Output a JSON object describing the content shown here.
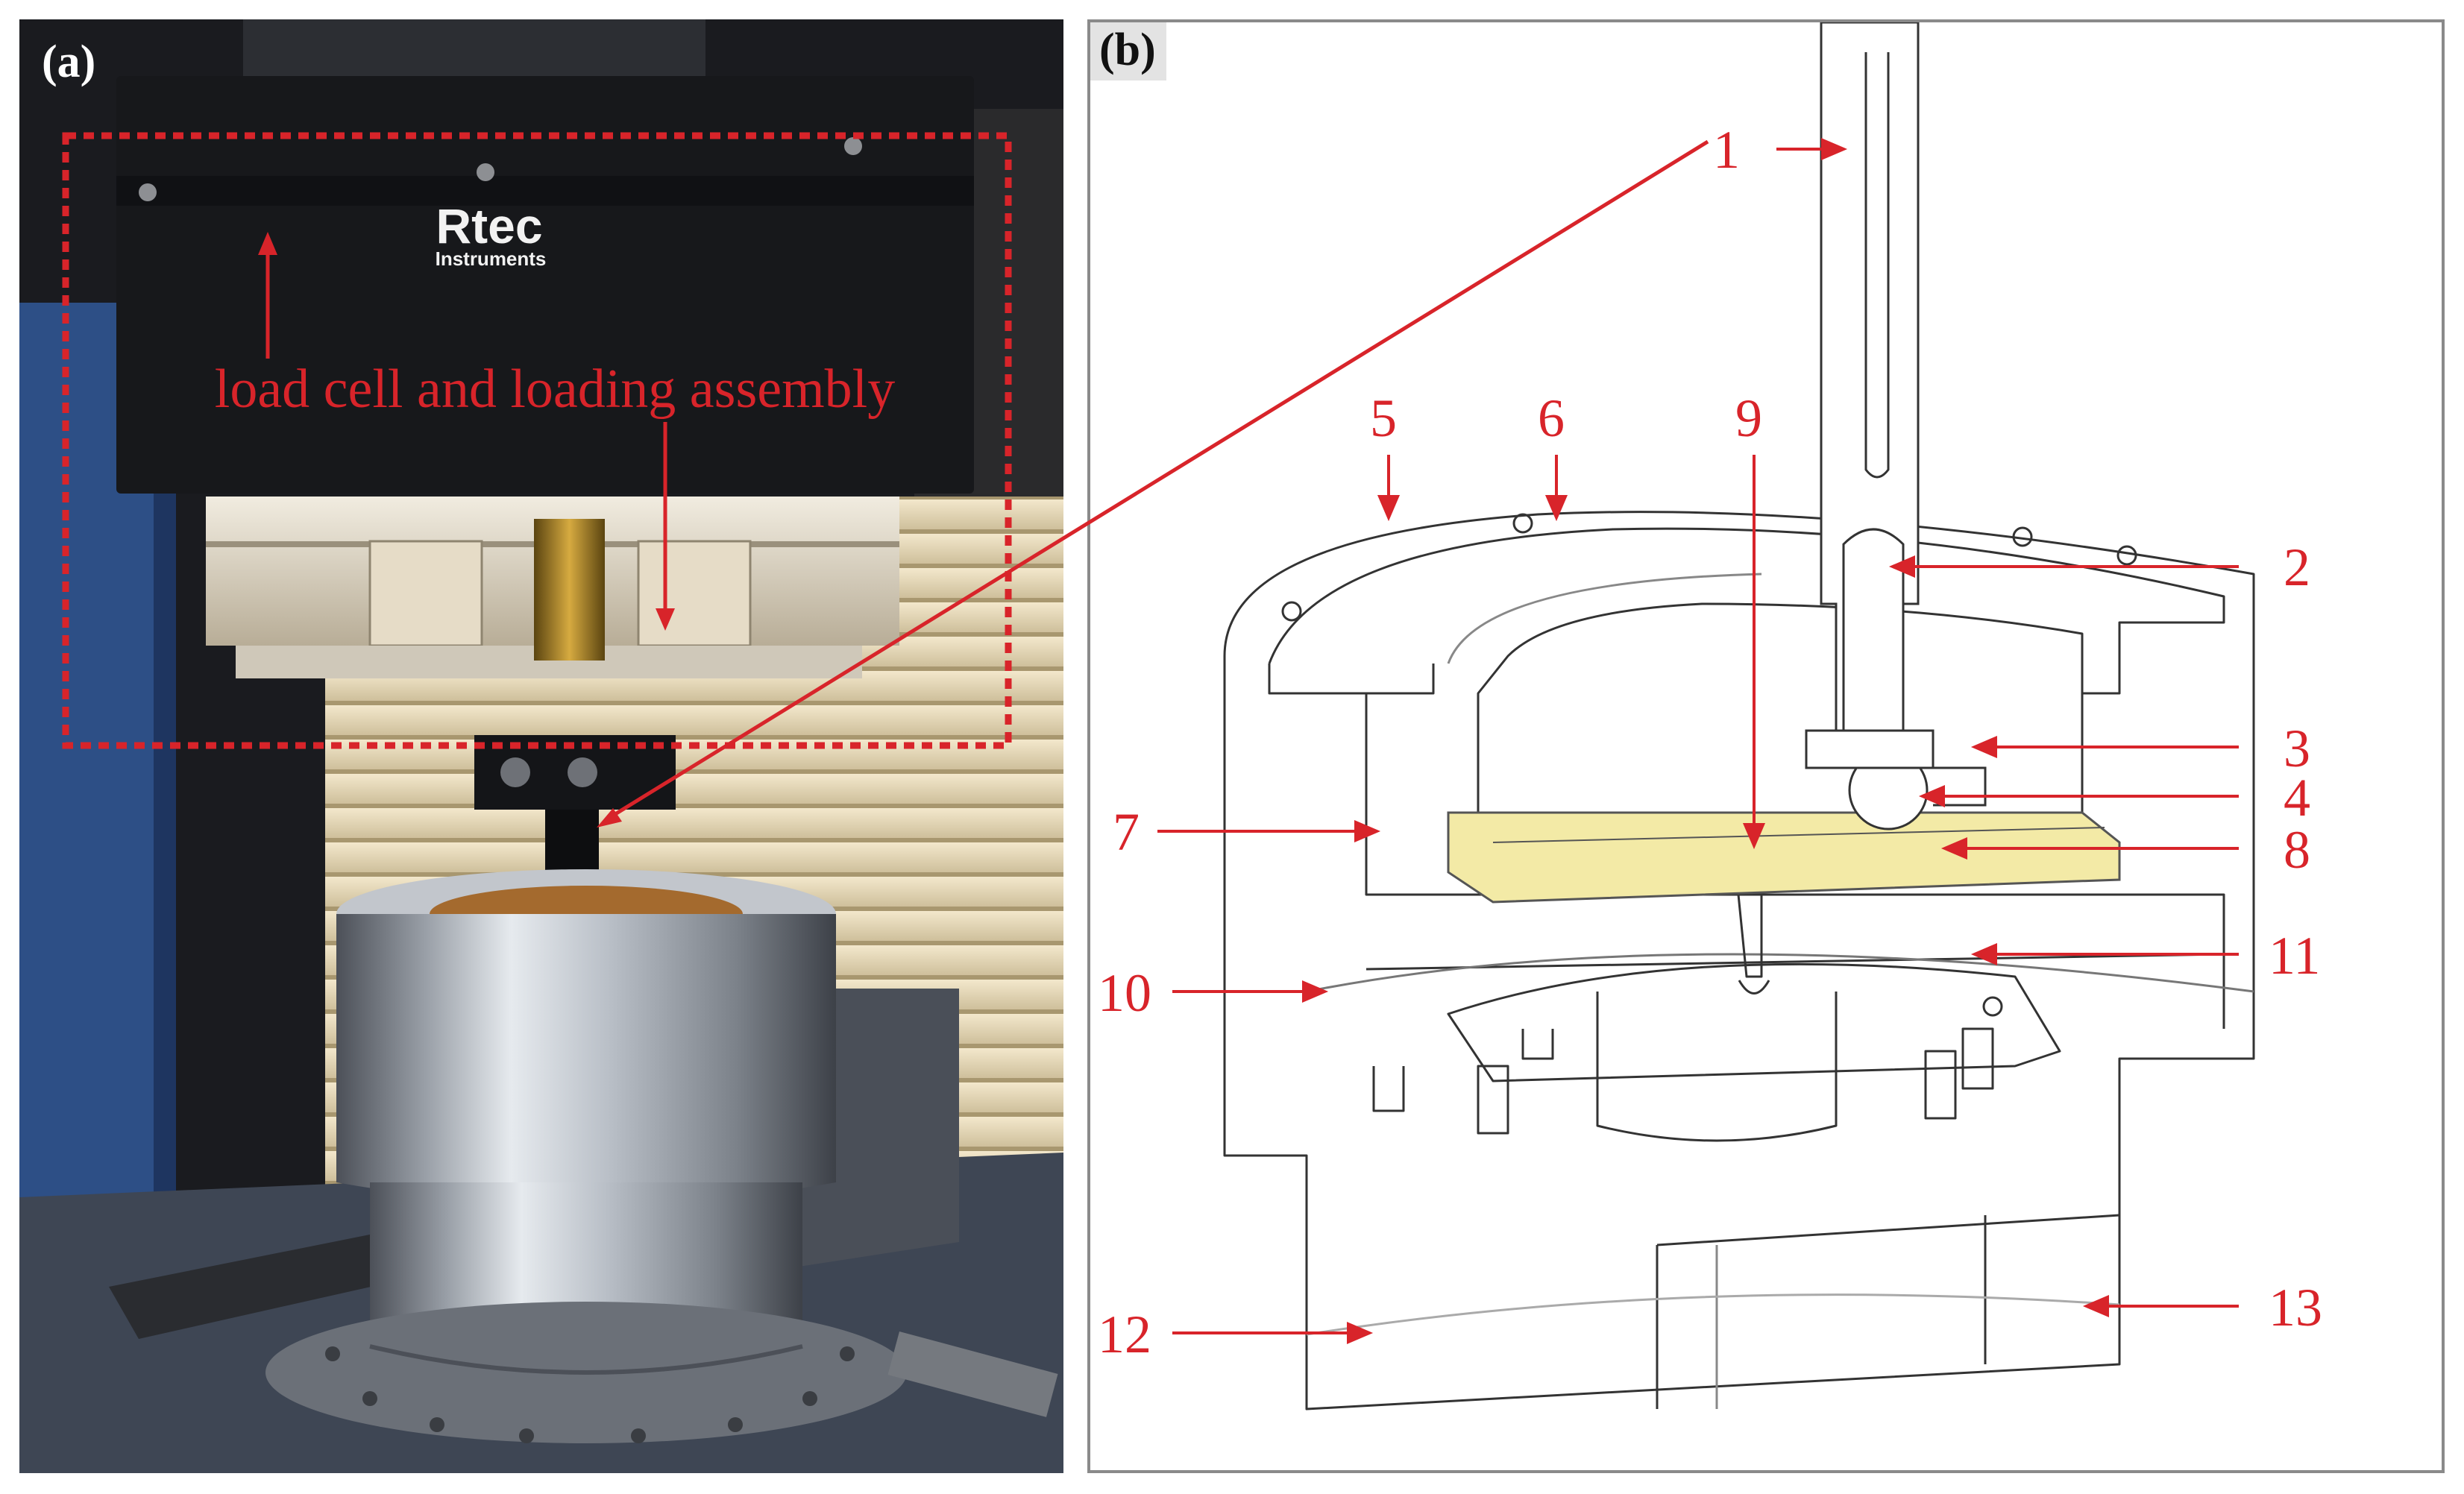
{
  "panel_a": {
    "tag": "(a)",
    "brand_logo": {
      "name": "Rtec",
      "sub": "Instruments"
    },
    "annotation": "load cell and loading assembly",
    "annotation_color": "#d8242a"
  },
  "panel_b": {
    "tag": "(b)",
    "labels": [
      "1",
      "2",
      "3",
      "4",
      "5",
      "6",
      "7",
      "8",
      "9",
      "10",
      "11",
      "12",
      "13"
    ],
    "label_color": "#d8242a",
    "sample_color": "#f3eaa6"
  }
}
